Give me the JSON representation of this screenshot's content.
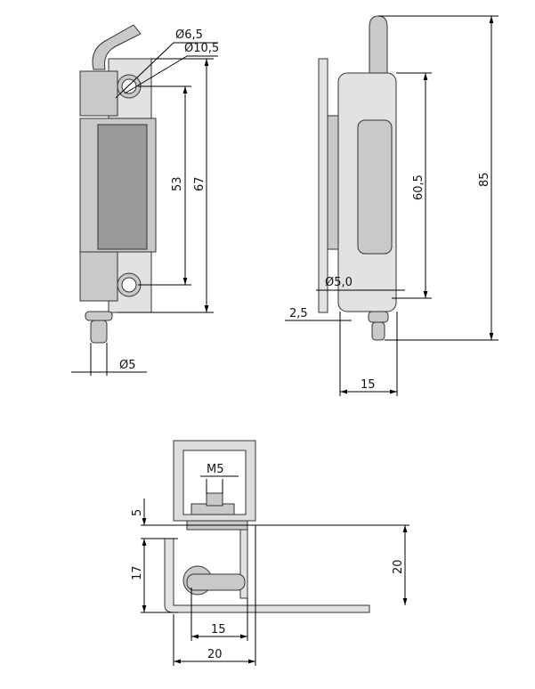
{
  "front_view": {
    "dia_pin_hole": "Ø6,5",
    "dia_boss": "Ø10,5",
    "hole_spacing": "53",
    "height": "67",
    "dia_pin": "Ø5"
  },
  "side_view": {
    "leaf_height": "60,5",
    "total_height": "85",
    "dia_pin": "Ø5,0",
    "thickness": "2,5",
    "width": "15"
  },
  "bottom_view": {
    "thread": "M5",
    "offset": "5",
    "height_inner": "17",
    "height_outer": "20",
    "width_inner": "15",
    "width_outer": "20"
  }
}
